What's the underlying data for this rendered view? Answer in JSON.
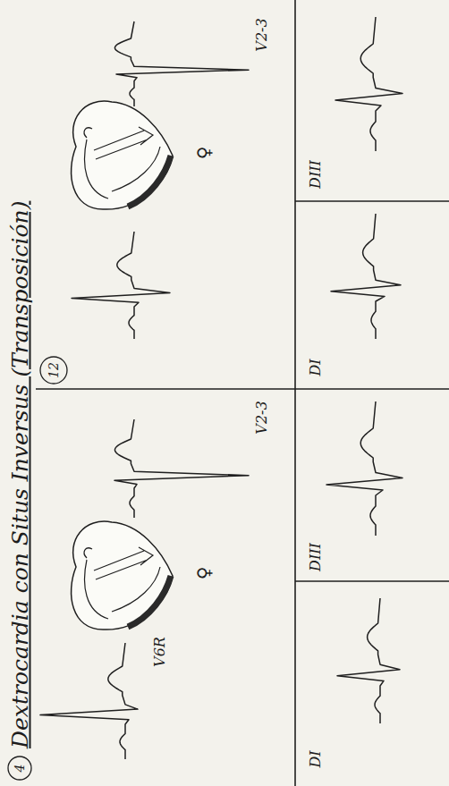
{
  "diagram": {
    "title": "Dextrocardia con Situs Inversus (Transposición)",
    "labels": [
      "4",
      "V6R",
      "♀",
      "V2-3",
      "12",
      "♀",
      "V2-3",
      "DI",
      "DIII",
      "DI",
      "DIII"
    ]
  }
}
